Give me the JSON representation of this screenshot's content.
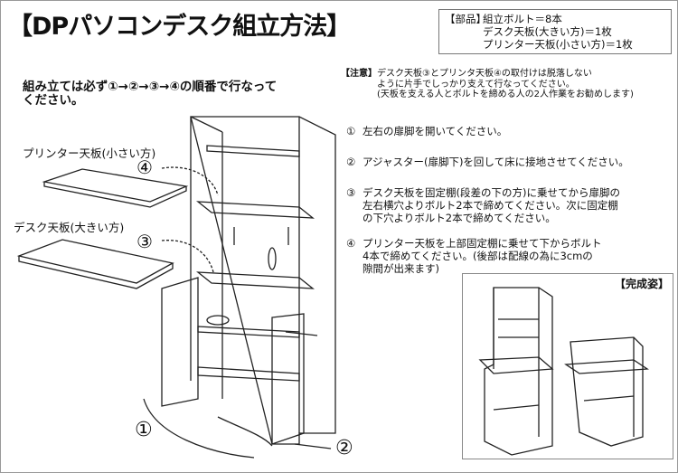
{
  "title": "【DPパソコンデスク組立方法】",
  "parts": {
    "label": "【部品】",
    "items": [
      "組立ボルト＝8本",
      "デスク天板(大きい方)＝1枚",
      "プリンター天板(小さい方)＝1枚"
    ]
  },
  "note": {
    "label": "【注意】",
    "lines": [
      "デスク天板③とプリンタ天板④の取付けは脱落しない",
      "ように片手でしっかり支えて行なってください。",
      "(天板を支える人とボルトを締める人の2人作業をお勧めします)"
    ]
  },
  "order": [
    "組み立ては必ず①→②→③→④の順番で行なって",
    "ください。"
  ],
  "steps": [
    {
      "num": "①",
      "lines": [
        "左右の扉脚を開いてください。"
      ]
    },
    {
      "num": "②",
      "lines": [
        "アジャスター(扉脚下)を回して床に接地させてください。"
      ]
    },
    {
      "num": "③",
      "lines": [
        "デスク天板を固定棚(段差の下の方)に乗せてから扉脚の",
        "左右横穴よりボルト2本で締めてください。次に固定棚",
        "の下穴よりボルト2本で締めてください。"
      ]
    },
    {
      "num": "④",
      "lines": [
        "プリンター天板を上部固定棚に乗せて下からボルト",
        "4本で締めてください。(後部は配線の為に3cmの",
        "隙間が出来ます)"
      ]
    }
  ],
  "labels": {
    "printer_board": "プリンター天板(小さい方)",
    "desk_board": "デスク天板(大きい方)",
    "mark4": "④",
    "mark3": "③",
    "mark1": "①",
    "mark2": "②"
  },
  "completed_label": "【完成姿】"
}
